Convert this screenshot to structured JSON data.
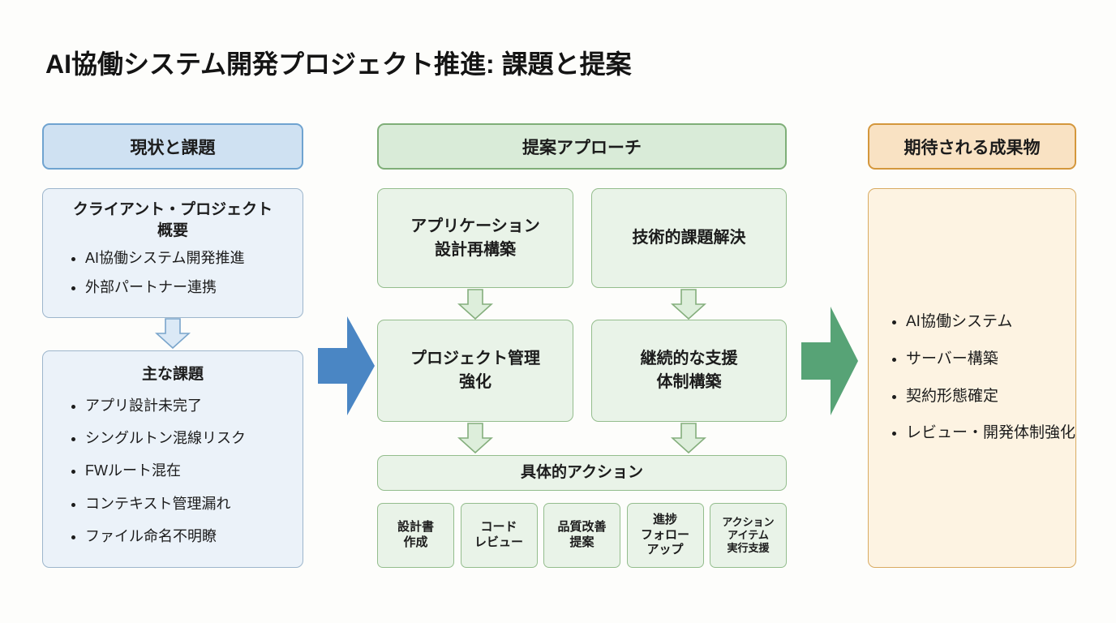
{
  "title": "AI協働システム開発プロジェクト推進: 課題と提案",
  "left_column": {
    "header": "現状と課題",
    "overview_box": {
      "title": "クライアント・プロジェクト\n概要",
      "bullets": [
        "AI協働システム開発推進",
        "外部パートナー連携"
      ]
    },
    "issues_box": {
      "title": "主な課題",
      "bullets": [
        "アプリ設計未完了",
        "シングルトン混線リスク",
        "FWルート混在",
        "コンテキスト管理漏れ",
        "ファイル命名不明瞭"
      ]
    }
  },
  "middle_column": {
    "header": "提案アプローチ",
    "boxes": {
      "app_redesign": "アプリケーション\n設計再構築",
      "tech_solution": "技術的課題解決",
      "pm_strengthen": "プロジェクト管理\n強化",
      "support_structure": "継続的な支援\n体制構築",
      "actions_header": "具体的アクション"
    },
    "actions": [
      "設計書\n作成",
      "コード\nレビュー",
      "品質改善\n提案",
      "進捗\nフォロー\nアップ",
      "アクション\nアイテム\n実行支援"
    ]
  },
  "right_column": {
    "header": "期待される成果物",
    "bullets": [
      "AI協働システム",
      "サーバー構築",
      "契約形態確定",
      "レビュー・開発体制強化"
    ]
  },
  "colors": {
    "blue_header_bg": "#cfe1f2",
    "blue_header_border": "#6fa3d0",
    "blue_box_bg": "#ebf2f9",
    "blue_arrow": "#4a86c4",
    "green_header_bg": "#d9ebd8",
    "green_box_bg": "#e9f3e8",
    "green_box_border": "#94bd8d",
    "green_arrow": "#57a376",
    "orange_header_bg": "#f9e2c3",
    "orange_header_border": "#d4973c",
    "orange_box_bg": "#fdf3e2"
  }
}
